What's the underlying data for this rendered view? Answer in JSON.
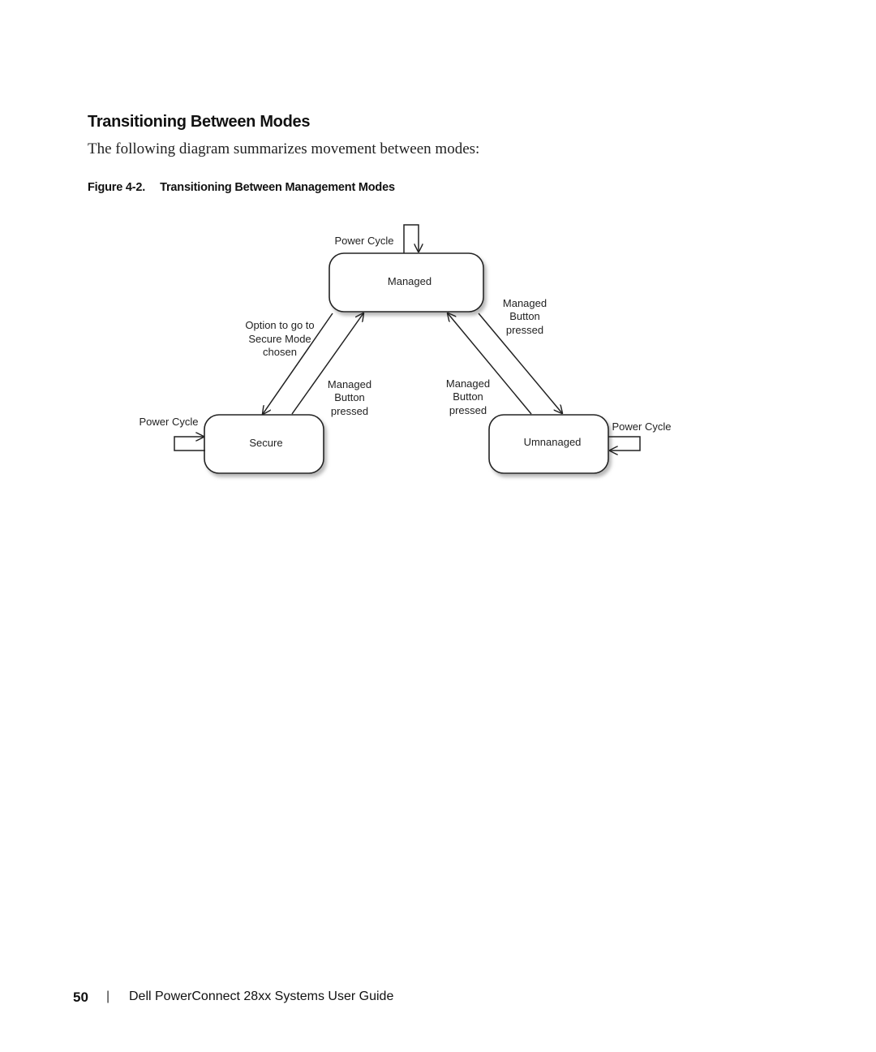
{
  "section": {
    "title": "Transitioning Between Modes",
    "intro": "The following diagram summarizes movement between modes:"
  },
  "figure": {
    "number": "Figure 4-2.",
    "title": "Transitioning Between Management Modes"
  },
  "diagram": {
    "states": {
      "managed": "Managed",
      "secure": "Secure",
      "unmanaged": "Umnanaged"
    },
    "labels": {
      "power_cycle_top": "Power Cycle",
      "power_cycle_left": "Power Cycle",
      "power_cycle_right": "Power Cycle",
      "secure_option": [
        "Option to go to",
        "Secure Mode",
        "chosen"
      ],
      "secure_to_managed": [
        "Managed",
        "Button",
        "pressed"
      ],
      "managed_to_unmanaged": [
        "Managed",
        "Button",
        "pressed"
      ],
      "unmanaged_to_managed": [
        "Managed",
        "Button",
        "pressed"
      ]
    }
  },
  "footer": {
    "page_number": "50",
    "separator": "|",
    "guide_title": "Dell PowerConnect 28xx Systems User Guide"
  }
}
